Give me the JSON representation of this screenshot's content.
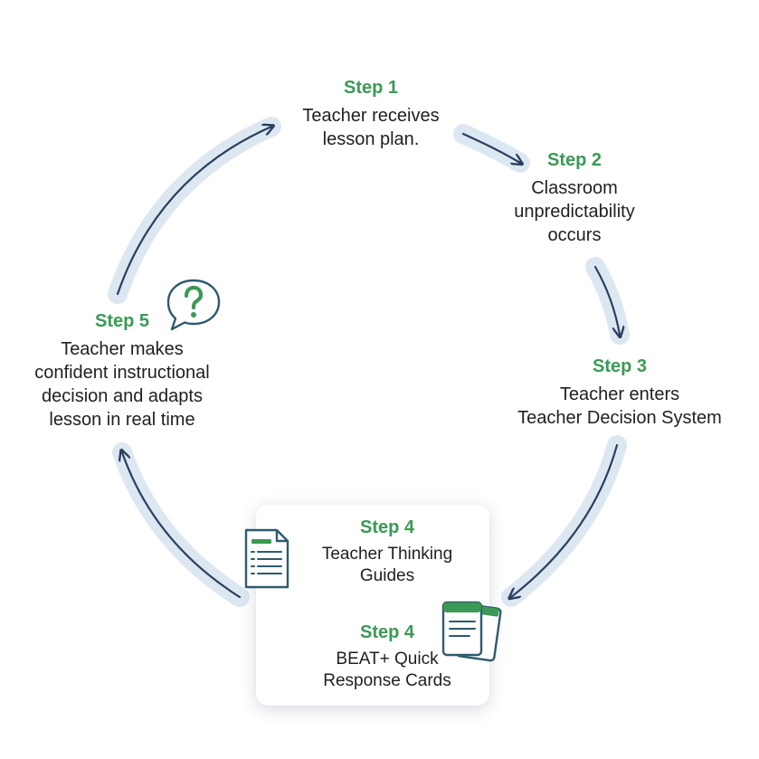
{
  "steps": {
    "step1": {
      "title": "Step 1",
      "text": "Teacher receives\nlesson plan."
    },
    "step2": {
      "title": "Step 2",
      "text": "Classroom\nunpredictability\noccurs"
    },
    "step3": {
      "title": "Step 3",
      "text": "Teacher enters\nTeacher Decision System"
    },
    "step4a": {
      "title": "Step 4",
      "text": "Teacher Thinking\nGuides"
    },
    "step4b": {
      "title": "Step 4",
      "text": "BEAT+ Quick\nResponse Cards"
    },
    "step5": {
      "title": "Step 5",
      "text": "Teacher makes\nconfident instructional\ndecision and adapts\nlesson in real time"
    }
  },
  "icons": {
    "guides": "document-icon",
    "cards": "cards-icon",
    "question": "question-bubble-icon"
  },
  "colors": {
    "accent_green": "#3a9a55",
    "arrow_navy": "#2a3f5f",
    "arrow_halo": "#dbe6f0"
  }
}
